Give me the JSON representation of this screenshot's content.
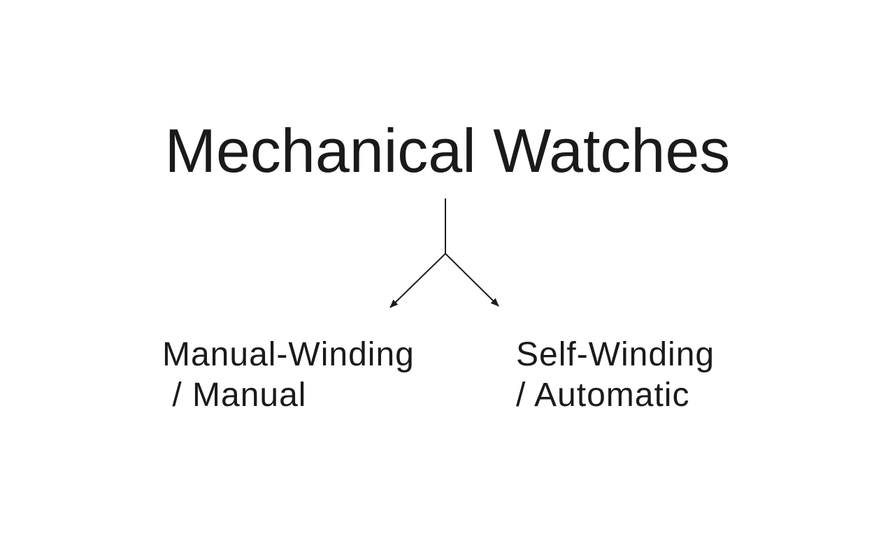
{
  "slide": {
    "background": "#ffffff",
    "text_color": "#1a1a1a",
    "line_color": "#1c1c1c",
    "title": "Mechanical Watches",
    "branches": [
      {
        "lines": [
          "Manual-Winding",
          " / Manual"
        ]
      },
      {
        "lines": [
          "Self-Winding",
          "/ Automatic"
        ]
      }
    ]
  }
}
